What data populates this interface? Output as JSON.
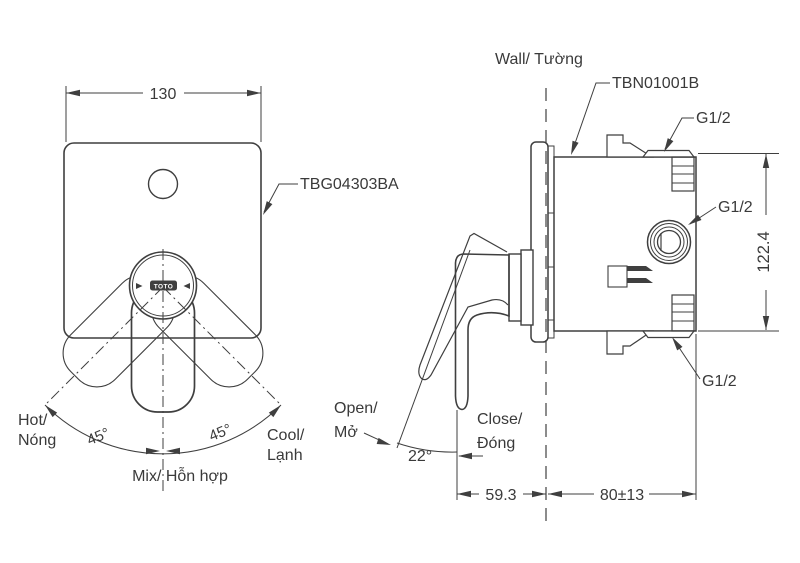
{
  "drawing": {
    "front_view": {
      "part_label": "TBG04303BA",
      "dim_width": "130",
      "angle_left": "45°",
      "angle_right": "45°",
      "hot_label_l1": "Hot/",
      "hot_label_l2": "Nóng",
      "cool_label_l1": "Cool/",
      "cool_label_l2": "Lạnh",
      "mix_label": "Mix/ Hỗn hợp",
      "logo": "TOTO"
    },
    "side_view": {
      "wall_label": "Wall/ Tường",
      "part_label": "TBN01001B",
      "thread_top": "G1/2",
      "thread_mid": "G1/2",
      "thread_bottom": "G1/2",
      "dim_height": "122.4",
      "open_l1": "Open/",
      "open_l2": "Mở",
      "close_l1": "Close/",
      "close_l2": "Đóng",
      "angle_open": "22°",
      "dim_front": "59.3",
      "dim_wall": "80±13"
    },
    "colors": {
      "line": "#3f3f3f",
      "text": "#3a3a3a",
      "background": "#ffffff"
    }
  }
}
